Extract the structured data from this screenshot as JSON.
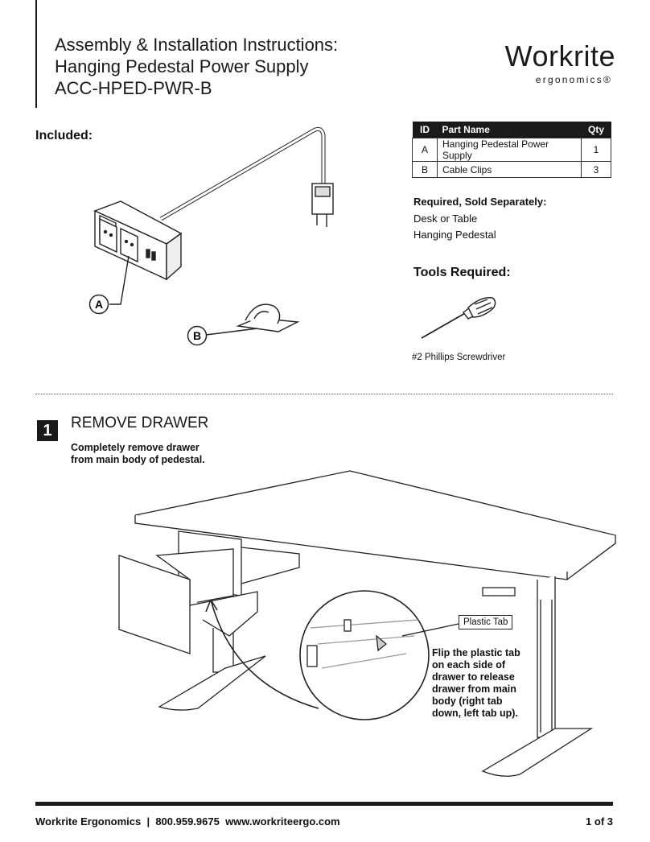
{
  "header": {
    "title_lines": [
      "Assembly & Installation Instructions:",
      "Hanging Pedestal Power Supply",
      "ACC-HPED-PWR-B"
    ],
    "logo_main": "Workrite",
    "logo_sub": "ergonomics®"
  },
  "included": {
    "label": "Included:",
    "callout_a": "A",
    "callout_b": "B"
  },
  "parts_table": {
    "headers": [
      "ID",
      "Part Name",
      "Qty"
    ],
    "rows": [
      {
        "id": "A",
        "name": "Hanging Pedestal Power Supply",
        "qty": "1"
      },
      {
        "id": "B",
        "name": "Cable Clips",
        "qty": "3"
      }
    ]
  },
  "required": {
    "title": "Required, Sold Separately:",
    "items": [
      "Desk or Table",
      "Hanging Pedestal"
    ]
  },
  "tools": {
    "title": "Tools Required:",
    "caption": "#2 Phillips Screwdriver"
  },
  "step1": {
    "number": "1",
    "title": "REMOVE DRAWER",
    "desc_lines": [
      "Completely remove drawer",
      "from main body of pedestal."
    ],
    "callout": "Plastic Tab",
    "flip_lines": [
      "Flip the plastic tab",
      "on each side of",
      "drawer to release",
      "drawer from main",
      "body (right tab",
      "down, left tab up)."
    ]
  },
  "footer": {
    "left": "Workrite Ergonomics  |  800.959.9675  www.workriteergo.com",
    "right": "1 of 3"
  }
}
